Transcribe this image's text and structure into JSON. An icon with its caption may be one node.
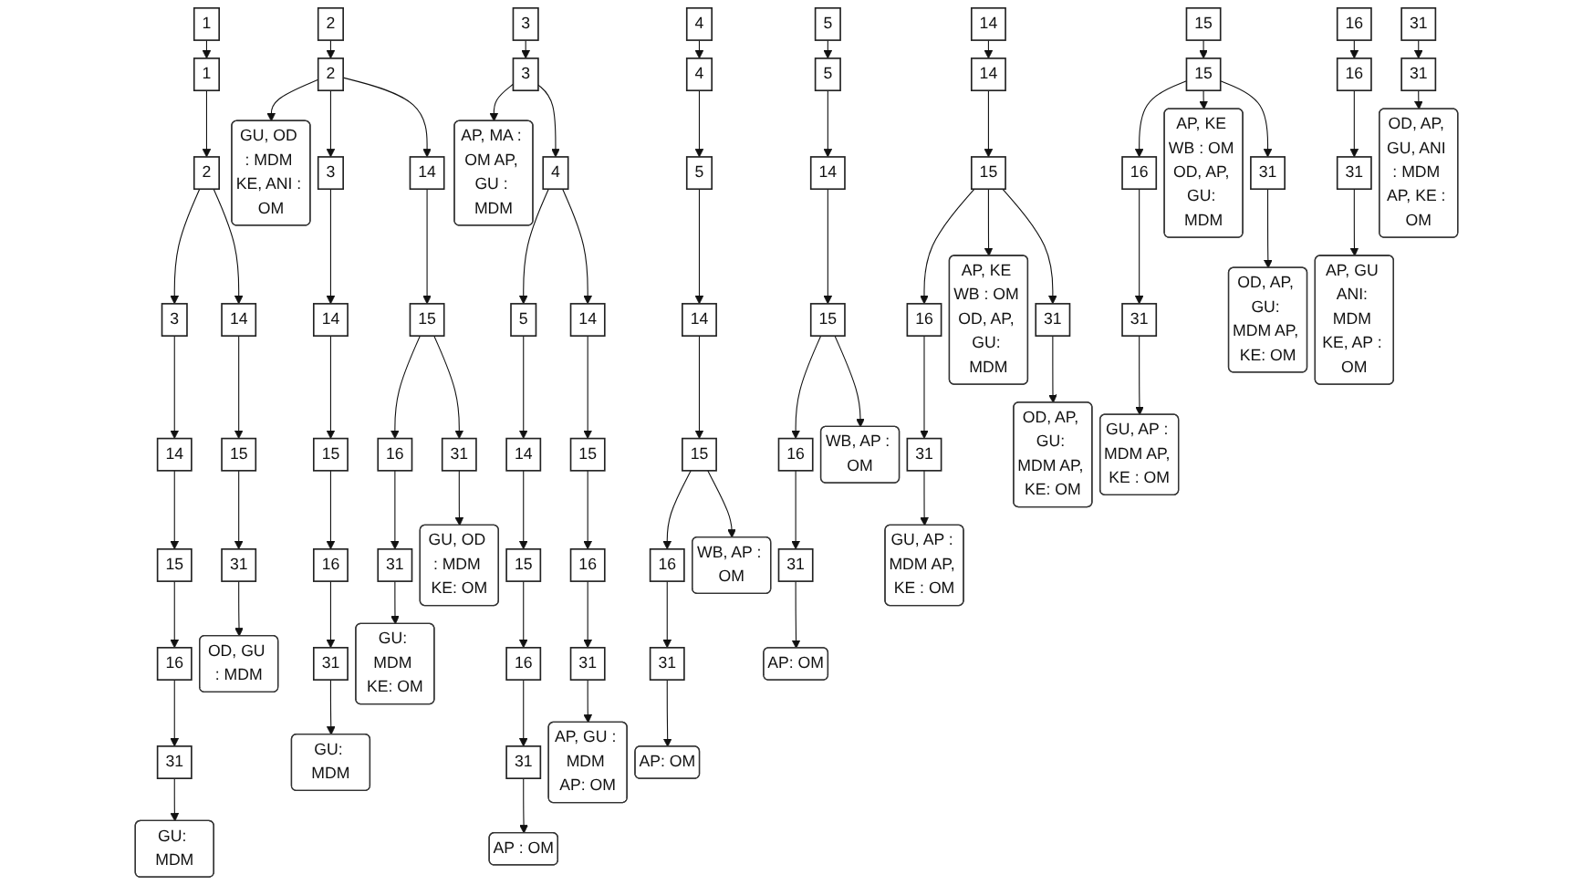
{
  "diagram": {
    "nodes": [
      {
        "text": [
          "1"
        ]
      },
      {
        "text": [
          "2"
        ]
      },
      {
        "text": [
          "3"
        ]
      },
      {
        "text": [
          "4"
        ]
      },
      {
        "text": [
          "5"
        ]
      },
      {
        "text": [
          "14"
        ]
      },
      {
        "text": [
          "15"
        ]
      },
      {
        "text": [
          "16"
        ]
      },
      {
        "text": [
          "31"
        ]
      },
      {
        "text": [
          "1"
        ]
      },
      {
        "text": [
          "2"
        ]
      },
      {
        "text": [
          "3"
        ]
      },
      {
        "text": [
          "14"
        ]
      },
      {
        "text": [
          "15"
        ]
      },
      {
        "text": [
          "16"
        ]
      },
      {
        "text": [
          "31"
        ]
      },
      {
        "text": [
          "GU: MDM"
        ]
      },
      {
        "text": [
          "14"
        ]
      },
      {
        "text": [
          "15"
        ]
      },
      {
        "text": [
          "31"
        ]
      },
      {
        "text": [
          "OD, GU : MDM"
        ]
      },
      {
        "text": [
          "2"
        ]
      },
      {
        "text": [
          "GU, OD : MDM KE, ANI : OM"
        ]
      },
      {
        "text": [
          "3"
        ]
      },
      {
        "text": [
          "14"
        ]
      },
      {
        "text": [
          "15"
        ]
      },
      {
        "text": [
          "16"
        ]
      },
      {
        "text": [
          "31"
        ]
      },
      {
        "text": [
          "GU: MDM"
        ]
      },
      {
        "text": [
          "14"
        ]
      },
      {
        "text": [
          "15"
        ]
      },
      {
        "text": [
          "16"
        ]
      },
      {
        "text": [
          "31"
        ]
      },
      {
        "text": [
          "GU: MDM KE: OM"
        ]
      },
      {
        "text": [
          "31"
        ]
      },
      {
        "text": [
          "GU, OD : MDM KE: OM"
        ]
      },
      {
        "text": [
          "3"
        ]
      },
      {
        "text": [
          "AP, MA : OM AP, GU : MDM"
        ]
      },
      {
        "text": [
          "4"
        ]
      },
      {
        "text": [
          "5"
        ]
      },
      {
        "text": [
          "14"
        ]
      },
      {
        "text": [
          "15"
        ]
      },
      {
        "text": [
          "16"
        ]
      },
      {
        "text": [
          "31"
        ]
      },
      {
        "text": [
          "AP : OM"
        ]
      },
      {
        "text": [
          "14"
        ]
      },
      {
        "text": [
          "15"
        ]
      },
      {
        "text": [
          "16"
        ]
      },
      {
        "text": [
          "31"
        ]
      },
      {
        "text": [
          "AP, GU : MDM AP: OM"
        ]
      },
      {
        "text": [
          "4"
        ]
      },
      {
        "text": [
          "5"
        ]
      },
      {
        "text": [
          "14"
        ]
      },
      {
        "text": [
          "15"
        ]
      },
      {
        "text": [
          "16"
        ]
      },
      {
        "text": [
          "31"
        ]
      },
      {
        "text": [
          "AP: OM"
        ]
      },
      {
        "text": [
          "WB, AP : OM"
        ]
      },
      {
        "text": [
          "5"
        ]
      },
      {
        "text": [
          "14"
        ]
      },
      {
        "text": [
          "15"
        ]
      },
      {
        "text": [
          "16"
        ]
      },
      {
        "text": [
          "31"
        ]
      },
      {
        "text": [
          "AP: OM"
        ]
      },
      {
        "text": [
          "WB, AP : OM"
        ]
      },
      {
        "text": [
          "14"
        ]
      },
      {
        "text": [
          "15"
        ]
      },
      {
        "text": [
          "16"
        ]
      },
      {
        "text": [
          "31"
        ]
      },
      {
        "text": [
          "GU, AP : MDM AP, KE : OM"
        ]
      },
      {
        "text": [
          "AP, KE WB : OM OD, AP, GU: MDM"
        ]
      },
      {
        "text": [
          "31"
        ]
      },
      {
        "text": [
          "OD, AP, GU: MDM AP, KE: OM"
        ]
      },
      {
        "text": [
          "15"
        ]
      },
      {
        "text": [
          "16"
        ]
      },
      {
        "text": [
          "31"
        ]
      },
      {
        "text": [
          "GU, AP : MDM AP, KE : OM"
        ]
      },
      {
        "text": [
          "AP, KE WB : OM OD, AP, GU: MDM"
        ]
      },
      {
        "text": [
          "31"
        ]
      },
      {
        "text": [
          "OD, AP, GU: MDM AP, KE: OM"
        ]
      },
      {
        "text": [
          "16"
        ]
      },
      {
        "text": [
          "31"
        ]
      },
      {
        "text": [
          "AP, GU ANI: MDM KE, AP : OM"
        ]
      },
      {
        "text": [
          "31"
        ]
      },
      {
        "text": [
          "OD, AP, GU, ANI : MDM AP, KE : OM"
        ]
      }
    ],
    "edges": [
      {
        "from": 0,
        "to": 9,
        "arrow": "to"
      },
      {
        "from": 9,
        "to": 10,
        "arrow": "to"
      },
      {
        "from": 10,
        "to": 11,
        "arrow": "to"
      },
      {
        "from": 10,
        "to": 17,
        "arrow": "to"
      },
      {
        "from": 11,
        "to": 12,
        "arrow": "to"
      },
      {
        "from": 12,
        "to": 13,
        "arrow": "to"
      },
      {
        "from": 13,
        "to": 14,
        "arrow": "to"
      },
      {
        "from": 14,
        "to": 15,
        "arrow": "to"
      },
      {
        "from": 15,
        "to": 16,
        "arrow": "to"
      },
      {
        "from": 17,
        "to": 18,
        "arrow": "to"
      },
      {
        "from": 18,
        "to": 19,
        "arrow": "to"
      },
      {
        "from": 19,
        "to": 20,
        "arrow": "to"
      },
      {
        "from": 1,
        "to": 21,
        "arrow": "to"
      },
      {
        "from": 21,
        "to": 23,
        "arrow": "to"
      },
      {
        "from": 21,
        "to": 29,
        "arrow": "to"
      },
      {
        "from": 21,
        "to": 22,
        "arrow": "to"
      },
      {
        "from": 23,
        "to": 24,
        "arrow": "to"
      },
      {
        "from": 24,
        "to": 25,
        "arrow": "to"
      },
      {
        "from": 25,
        "to": 26,
        "arrow": "to"
      },
      {
        "from": 26,
        "to": 27,
        "arrow": "to"
      },
      {
        "from": 27,
        "to": 28,
        "arrow": "to"
      },
      {
        "from": 29,
        "to": 30,
        "arrow": "to"
      },
      {
        "from": 30,
        "to": 31,
        "arrow": "to"
      },
      {
        "from": 31,
        "to": 32,
        "arrow": "to"
      },
      {
        "from": 32,
        "to": 33,
        "arrow": "to"
      },
      {
        "from": 30,
        "to": 34,
        "arrow": "to"
      },
      {
        "from": 34,
        "to": 35,
        "arrow": "to"
      },
      {
        "from": 2,
        "to": 36,
        "arrow": "to"
      },
      {
        "from": 36,
        "to": 38,
        "arrow": "to"
      },
      {
        "from": 36,
        "to": 37,
        "arrow": "to"
      },
      {
        "from": 38,
        "to": 39,
        "arrow": "to"
      },
      {
        "from": 38,
        "to": 45,
        "arrow": "to"
      },
      {
        "from": 39,
        "to": 40,
        "arrow": "to"
      },
      {
        "from": 40,
        "to": 41,
        "arrow": "to"
      },
      {
        "from": 41,
        "to": 42,
        "arrow": "to"
      },
      {
        "from": 42,
        "to": 43,
        "arrow": "to"
      },
      {
        "from": 43,
        "to": 44,
        "arrow": "to"
      },
      {
        "from": 45,
        "to": 46,
        "arrow": "to"
      },
      {
        "from": 46,
        "to": 47,
        "arrow": "to"
      },
      {
        "from": 47,
        "to": 48,
        "arrow": "to"
      },
      {
        "from": 48,
        "to": 49,
        "arrow": "to"
      },
      {
        "from": 3,
        "to": 50,
        "arrow": "to"
      },
      {
        "from": 50,
        "to": 51,
        "arrow": "to"
      },
      {
        "from": 51,
        "to": 52,
        "arrow": "to"
      },
      {
        "from": 52,
        "to": 53,
        "arrow": "to"
      },
      {
        "from": 53,
        "to": 54,
        "arrow": "to"
      },
      {
        "from": 53,
        "to": 57,
        "arrow": "to"
      },
      {
        "from": 54,
        "to": 55,
        "arrow": "to"
      },
      {
        "from": 55,
        "to": 56,
        "arrow": "to"
      },
      {
        "from": 4,
        "to": 58,
        "arrow": "to"
      },
      {
        "from": 58,
        "to": 59,
        "arrow": "to"
      },
      {
        "from": 59,
        "to": 60,
        "arrow": "to"
      },
      {
        "from": 60,
        "to": 61,
        "arrow": "to"
      },
      {
        "from": 60,
        "to": 64,
        "arrow": "to"
      },
      {
        "from": 61,
        "to": 62,
        "arrow": "to"
      },
      {
        "from": 62,
        "to": 63,
        "arrow": "to"
      },
      {
        "from": 5,
        "to": 65,
        "arrow": "to"
      },
      {
        "from": 65,
        "to": 66,
        "arrow": "to"
      },
      {
        "from": 66,
        "to": 67,
        "arrow": "to"
      },
      {
        "from": 66,
        "to": 70,
        "arrow": "to"
      },
      {
        "from": 66,
        "to": 71,
        "arrow": "to"
      },
      {
        "from": 67,
        "to": 68,
        "arrow": "to"
      },
      {
        "from": 68,
        "to": 69,
        "arrow": "to"
      },
      {
        "from": 71,
        "to": 72,
        "arrow": "to"
      },
      {
        "from": 6,
        "to": 73,
        "arrow": "to"
      },
      {
        "from": 73,
        "to": 74,
        "arrow": "to"
      },
      {
        "from": 73,
        "to": 77,
        "arrow": "to"
      },
      {
        "from": 73,
        "to": 78,
        "arrow": "to"
      },
      {
        "from": 74,
        "to": 75,
        "arrow": "to"
      },
      {
        "from": 75,
        "to": 76,
        "arrow": "to"
      },
      {
        "from": 78,
        "to": 79,
        "arrow": "to"
      },
      {
        "from": 7,
        "to": 80,
        "arrow": "to"
      },
      {
        "from": 80,
        "to": 81,
        "arrow": "to"
      },
      {
        "from": 81,
        "to": 82,
        "arrow": "to"
      },
      {
        "from": 8,
        "to": 83,
        "arrow": "to"
      },
      {
        "from": 83,
        "to": 84,
        "arrow": "to"
      }
    ]
  }
}
